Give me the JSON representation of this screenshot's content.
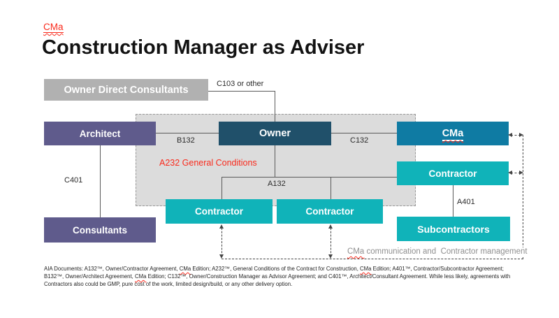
{
  "misspelled_term": "CMa",
  "page": {
    "tag_label": "CMa",
    "title": "Construction Manager as Adviser"
  },
  "diagram": {
    "region_label": "A232 General Conditions",
    "boxes": {
      "owner_direct_consultants": "Owner Direct Consultants",
      "architect": "Architect",
      "owner": "Owner",
      "cma": "CMa",
      "contractor_a": "Contractor",
      "contractor_b": "Contractor",
      "contractor_c": "Contractor",
      "consultants": "Consultants",
      "subcontractors": "Subcontractors"
    },
    "edge_labels": {
      "c103": "C103 or other",
      "b132": "B132",
      "c132": "C132",
      "a132": "A132",
      "c401": "C401",
      "a401": "A401"
    },
    "flow_label": "CMa communication and  Contractor management"
  },
  "footer": {
    "lines": [
      "AIA Documents: A132™, Owner/Contractor Agreement, CMa Edition; A232™, General Conditions of the Contract for Construction, CMa Edition; A401™, Contractor/Subcontractor Agreement;",
      "B132™, Owner/Architect Agreement, CMa Edition; C132™, Owner/Construction Manager as Advisor Agreement; and C401™, Architect/Consultant Agreement. While less likely, agreements with",
      "Contractors also could be GMP, pure cost of the work, limited design/build, or any other delivery option."
    ]
  },
  "colors": {
    "accent_red": "#f92a1c",
    "purple": "#5f5b8c",
    "owner_dark": "#20506a",
    "cma_blue": "#0f7ba3",
    "teal": "#10b3b9",
    "gray_box": "#b1b1b1",
    "region_fill": "#dcdcdc",
    "line": "#5a5a5a",
    "dash": "#444444",
    "flow_text": "#8f8f8f"
  }
}
